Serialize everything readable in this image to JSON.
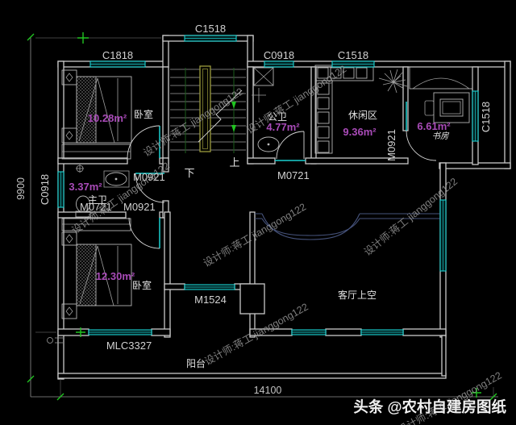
{
  "branding": {
    "text": "头条 @农村自建房图纸"
  },
  "watermark": {
    "text": "设计师:蒋工 jianggong122"
  },
  "dimensions": {
    "height_total": "9900",
    "width_total": "14100"
  },
  "stairs": {
    "up": "上",
    "down": "下"
  },
  "rooms": {
    "bedroom1": {
      "name": "卧室",
      "area": "10.28m²"
    },
    "master_bath": {
      "name": "主卫",
      "area": "3.37m²"
    },
    "bedroom2": {
      "name": "卧室",
      "area": "12.30m²"
    },
    "public_bath": {
      "name": "公卫",
      "area": "4.77m²"
    },
    "leisure": {
      "name": "休闲区",
      "area": "9.36m²"
    },
    "study": {
      "name": "书房",
      "area": "6.61m²"
    },
    "living_void": {
      "name": "客厅上空"
    },
    "balcony": {
      "name": "阳台"
    }
  },
  "windows": {
    "c1818": "C1818",
    "c1518_stair": "C1518",
    "c0918_left": "C0918",
    "c0918_top": "C0918",
    "c1518_top": "C1518",
    "c1518_right": "C1518",
    "mlc3327": "MLC3327"
  },
  "doors": {
    "m0921_bedroom1": "M0921",
    "m0721_masterbath": "M0721",
    "m0921_bedroom2": "M0921",
    "m0721_publicbath": "M0721",
    "m0921_study": "M0921",
    "m1524_balcony": "M1524"
  },
  "colors": {
    "background": "#000000",
    "wall": "#c9c9c9",
    "window_cyan": "#1ad0d0",
    "area_magenta": "#a94bb8",
    "dimension_green": "#21c421",
    "stair_stringer_olive": "#9a9a3c",
    "arc_wall_navy": "#46537c"
  }
}
